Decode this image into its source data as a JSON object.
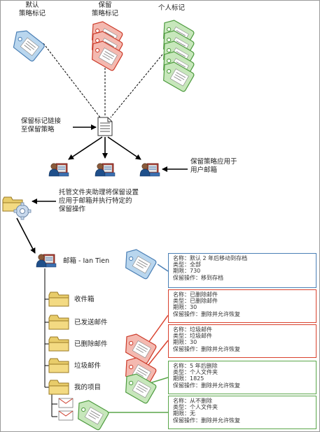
{
  "labels": {
    "default_tag": [
      "默认",
      "策略标记"
    ],
    "retention_tag": [
      "保留",
      "策略标记"
    ],
    "personal_tag": "个人标记",
    "link_note": [
      "保留标记链接",
      "至保留策略"
    ],
    "apply_note": [
      "保留策略应用于",
      "用户邮箱"
    ],
    "assistant_note": [
      "托管文件夹助理将保留设置",
      "应用于邮箱并执行特定的",
      "保留操作"
    ],
    "mailbox": "邮箱 - Ian Tien"
  },
  "folders": [
    {
      "label": "收件箱"
    },
    {
      "label": "已发送邮件"
    },
    {
      "label": "已删除邮件"
    },
    {
      "label": "垃圾邮件"
    },
    {
      "label": "我的项目"
    }
  ],
  "tag_boxes": [
    {
      "color": "#4a7fb5",
      "rows": [
        {
          "k": "名称：",
          "v": "默认 2 年后移动到存档"
        },
        {
          "k": "类型：",
          "v": "全部"
        },
        {
          "k": "期限：",
          "v": "730"
        },
        {
          "k": "保留操作：",
          "v": "移到存档"
        }
      ]
    },
    {
      "color": "#d9412d",
      "rows": [
        {
          "k": "名称：",
          "v": "已删除邮件"
        },
        {
          "k": "类型：",
          "v": "已删除邮件"
        },
        {
          "k": "期限：",
          "v": "30"
        },
        {
          "k": "保留操作：",
          "v": "删除并允许恢复"
        }
      ]
    },
    {
      "color": "#d9412d",
      "rows": [
        {
          "k": "名称：",
          "v": "垃圾邮件"
        },
        {
          "k": "类型：",
          "v": "垃圾邮件"
        },
        {
          "k": "期限：",
          "v": "30"
        },
        {
          "k": "保留操作：",
          "v": "删除并允许恢复"
        }
      ]
    },
    {
      "color": "#5aa64a",
      "rows": [
        {
          "k": "名称：",
          "v": "5 年后删除"
        },
        {
          "k": "类型：",
          "v": "个人文件夹"
        },
        {
          "k": "期限：",
          "v": "1825"
        },
        {
          "k": "保留操作：",
          "v": "删除并允许恢复"
        }
      ]
    },
    {
      "color": "#5aa64a",
      "rows": [
        {
          "k": "名称：",
          "v": "从不删除"
        },
        {
          "k": "类型：",
          "v": "个人文件夹"
        },
        {
          "k": "期限：",
          "v": "无"
        },
        {
          "k": "保留操作：",
          "v": "删除并允许恢复"
        }
      ]
    }
  ],
  "colors": {
    "blue_tag": "#b9d6ee",
    "blue_border": "#4a7fb5",
    "red_tag": "#f4b9b0",
    "red_border": "#cc3b2a",
    "green_tag": "#c7e7bb",
    "green_border": "#4e9b3f",
    "folder": "#e8cc6a",
    "folder_border": "#9a7a25"
  },
  "icons": {
    "tag": "tag-icon",
    "policy": "document-icon",
    "mailbox": "mailbox-user-icon",
    "folder": "folder-icon",
    "assistant": "folder-gear-icon",
    "message": "mail-message-icon"
  }
}
